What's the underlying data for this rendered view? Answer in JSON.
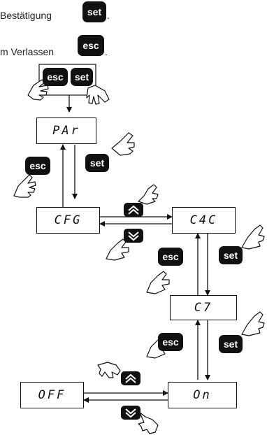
{
  "intro": {
    "line1": "Bestätigung",
    "line1_key": "set",
    "line1_tail": ".",
    "line2": "m Verlassen",
    "line2_key": "esc",
    "line2_tail": "."
  },
  "top_keys": {
    "esc": "esc",
    "set": "set"
  },
  "displays": {
    "par": "PAr",
    "cfg": "CFG",
    "cyc": "C4C",
    "ct": "C7",
    "off": "OFF",
    "on": "On"
  },
  "keys": {
    "esc": "esc",
    "set": "set"
  },
  "icons": {
    "up": "double-chevron-up-icon",
    "down": "double-chevron-down-icon",
    "hand": "pointing-hand-icon"
  }
}
